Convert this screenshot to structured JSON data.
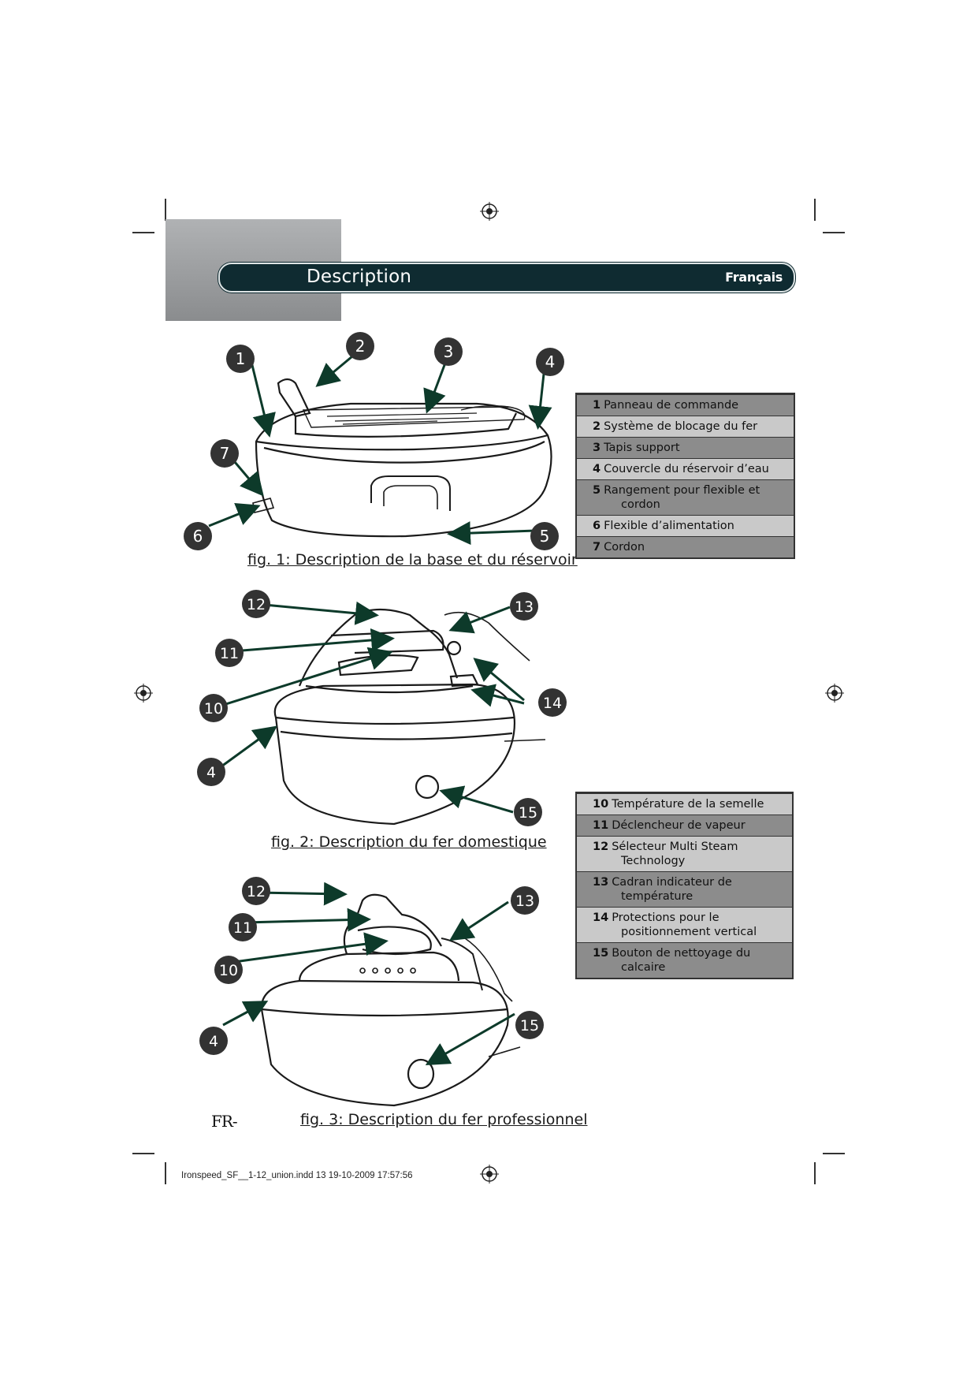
{
  "header": {
    "title": "Description",
    "language": "Français"
  },
  "figures": [
    {
      "caption": "fig. 1: Description de la base et du réservoir",
      "callouts": [
        "1",
        "2",
        "3",
        "4",
        "5",
        "6",
        "7"
      ]
    },
    {
      "caption": "fig. 2: Description du fer domestique",
      "callouts": [
        "12",
        "13",
        "11",
        "14",
        "10",
        "4",
        "15"
      ]
    },
    {
      "caption": "fig. 3: Description du fer professionnel",
      "callouts": [
        "12",
        "13",
        "11",
        "10",
        "4",
        "15"
      ]
    }
  ],
  "legend_base": [
    {
      "num": "1",
      "text": "Panneau de commande",
      "shade": "dark"
    },
    {
      "num": "2",
      "text": "Système de blocage du fer",
      "shade": "light"
    },
    {
      "num": "3",
      "text": "Tapis support",
      "shade": "dark"
    },
    {
      "num": "4",
      "text": "Couvercle du réservoir d’eau",
      "shade": "light"
    },
    {
      "num": "5",
      "text": "Rangement pour flexible et",
      "cont": "cordon",
      "shade": "dark"
    },
    {
      "num": "6",
      "text": "Flexible d’alimentation",
      "shade": "light"
    },
    {
      "num": "7",
      "text": "Cordon",
      "shade": "dark"
    }
  ],
  "legend_iron": [
    {
      "num": "10",
      "text": "Température de la semelle",
      "shade": "light"
    },
    {
      "num": "11",
      "text": "Déclencheur de vapeur",
      "shade": "dark"
    },
    {
      "num": "12",
      "text": "Sélecteur Multi Steam",
      "cont": "Technology",
      "shade": "light"
    },
    {
      "num": "13",
      "text": "Cadran indicateur de",
      "cont": "température",
      "shade": "dark"
    },
    {
      "num": "14",
      "text": "Protections pour le",
      "cont": "positionnement vertical",
      "shade": "light"
    },
    {
      "num": "15",
      "text": "Bouton de nettoyage du",
      "cont": "calcaire",
      "shade": "dark"
    }
  ],
  "footer": {
    "page_id": "FR-",
    "file_info": "Ironspeed_SF__1-12_union.indd   13 19-10-2009   17:57:56"
  },
  "colors": {
    "header_bar": "#0f2b31",
    "callout_circle": "#333333",
    "arrow": "#0d3a2a"
  }
}
